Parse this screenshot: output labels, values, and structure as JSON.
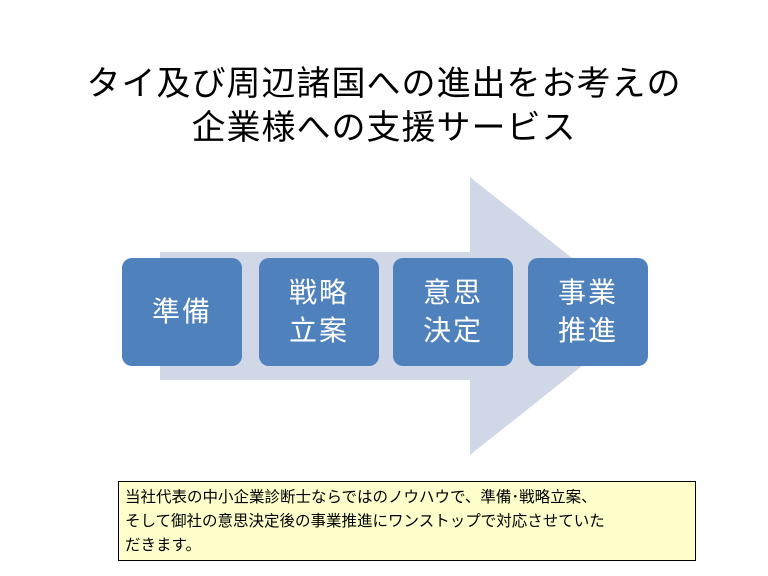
{
  "slide": {
    "title_line1": "タイ及び周辺諸国への進出をお考えの",
    "title_line2": "企業様への支援サービス"
  },
  "steps": [
    {
      "line1": "準備",
      "line2": ""
    },
    {
      "line1": "戦略",
      "line2": "立案"
    },
    {
      "line1": "意思",
      "line2": "決定"
    },
    {
      "line1": "事業",
      "line2": "推進"
    }
  ],
  "note": {
    "line1": "当社代表の中小企業診断士ならではのノウハウで、準備･戦略立案、",
    "line2": "そして御社の意思決定後の事業推進にワンストップで対応させていた",
    "line3": "だきます。"
  },
  "colors": {
    "box_fill": "#4f81bd",
    "arrow_fill": "#d0d8e8",
    "note_fill": "#ffffcc"
  }
}
